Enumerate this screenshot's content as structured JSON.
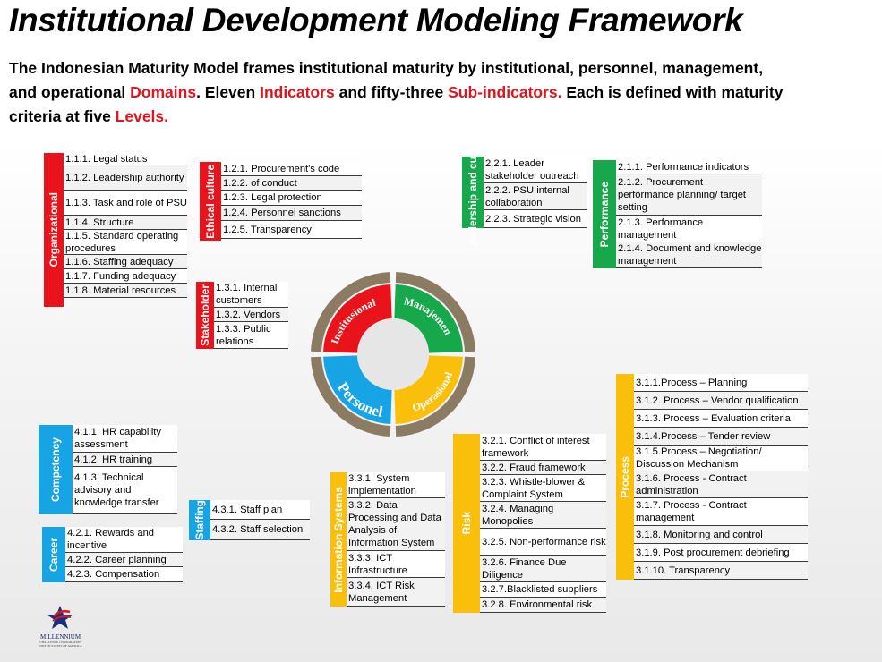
{
  "title": "Institutional Development Modeling Framework",
  "subtitle": {
    "p1": "The Indonesian Maturity Model frames institutional maturity by institutional, personnel, management,",
    "p2": "and operational ",
    "domains": "Domains",
    "p3": ".  Eleven ",
    "indicators": "Indicators",
    "p4": " and fifty-three ",
    "subindicators": "Sub-indicators.",
    "p5": "  Each is defined with maturity",
    "p6": "criteria at five ",
    "levels": "Levels."
  },
  "colors": {
    "red": "#e8131b",
    "green": "#16a84a",
    "blue": "#17a4e4",
    "yellow": "#f9bf0a",
    "wheel_rim": "#8a7b62"
  },
  "wheel": {
    "institutional": "Institusional",
    "management": "Manajemen",
    "personnel": "Personel",
    "operational": "Operasional"
  },
  "groups": {
    "organizational": {
      "label": "Organizational",
      "items": [
        "1.1.1. Legal status",
        "1.1.2. Leadership authority",
        "1.1.3. Task and role of PSU",
        "1.1.4. Structure",
        "1.1.5. Standard operating procedures",
        "1.1.6. Staffing adequacy",
        "1.1.7. Funding adequacy",
        "1.1.8. Material resources"
      ]
    },
    "ethical": {
      "label": "Ethical culture",
      "items": [
        "1.2.1. Procurement's code",
        "1.2.2. of conduct",
        "1.2.3. Legal protection",
        "1.2.4. Personnel sanctions",
        "1.2.5. Transparency"
      ]
    },
    "stakeholder": {
      "label": "Stakeholder",
      "items": [
        "1.3.1. Internal customers",
        "1.3.2. Vendors",
        "1.3.3. Public relations"
      ]
    },
    "leadership": {
      "label": "Leadership and culture",
      "items": [
        "2.2.1. Leader stakeholder outreach",
        "2.2.2. PSU internal collaboration",
        "2.2.3. Strategic vision"
      ]
    },
    "performance": {
      "label": "Performance",
      "items": [
        "2.1.1. Performance indicators",
        "2.1.2. Procurement performance planning/ target setting",
        "2.1.3. Performance management",
        "2.1.4. Document and knowledge management"
      ]
    },
    "process": {
      "label": "Process",
      "items": [
        "3.1.1.Process – Planning",
        "3.1.2. Process – Vendor qualification",
        "3.1.3. Process – Evaluation criteria",
        "3.1.4.Process – Tender review",
        "3.1.5.Process – Negotiation/ Discussion Mechanism",
        "3.1.6. Process - Contract administration",
        "3.1.7. Process - Contract management",
        "3.1.8. Monitoring and control",
        "3.1.9. Post procurement debriefing",
        "3.1.10. Transparency"
      ]
    },
    "risk": {
      "label": "Risk",
      "items": [
        "3.2.1. Conflict of interest framework",
        "3.2.2. Fraud framework",
        "3.2.3. Whistle-blower & Complaint System",
        "3.2.4. Managing Monopolies",
        "3.2.5. Non-performance risk",
        "3.2.6. Finance Due Diligence",
        "3.2.7.Blacklisted suppliers",
        "3.2.8. Environmental risk"
      ]
    },
    "infosys": {
      "label": "Information Systems",
      "items": [
        "3.3.1. System implementation",
        "3.3.2. Data Processing and Data Analysis of Information System",
        "3.3.3. ICT Infrastructure",
        "3.3.4. ICT Risk Management"
      ]
    },
    "competency": {
      "label": "Competency",
      "items": [
        "4.1.1. HR capability assessment",
        "4.1.2. HR training",
        "4.1.3. Technical advisory and knowledge transfer"
      ]
    },
    "career": {
      "label": "Career",
      "items": [
        "4.2.1. Rewards and incentive",
        "4.2.2. Career planning",
        "4.2.3. Compensation"
      ]
    },
    "staffing": {
      "label": "Staffing",
      "items": [
        "4.3.1. Staff plan",
        "4.3.2. Staff selection"
      ]
    }
  },
  "logo": {
    "name": "MILLENNIUM",
    "line2": "CHALLENGE CORPORATION",
    "line3": "UNITED STATES OF AMERICA"
  }
}
